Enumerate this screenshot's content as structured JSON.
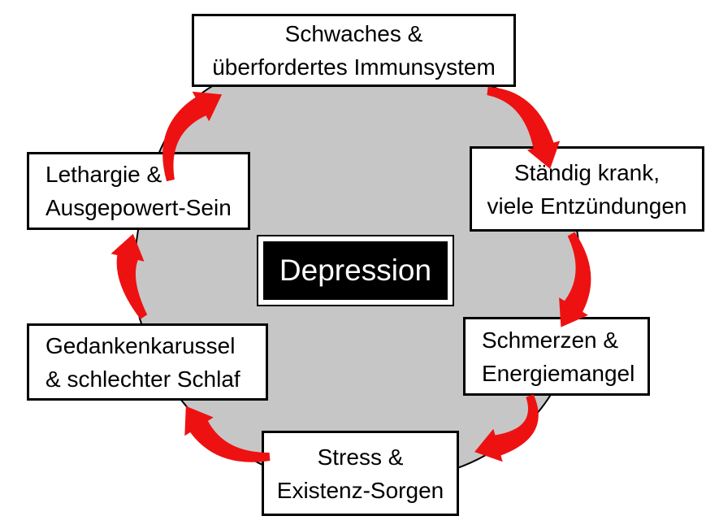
{
  "diagram": {
    "center_label": "Depression",
    "boxes": [
      {
        "id": "immunsystem",
        "line1": "Schwaches &",
        "line2": "überfordertes Immunsystem"
      },
      {
        "id": "krank",
        "line1": "Ständig krank,",
        "line2": "viele Entzündungen"
      },
      {
        "id": "schmerzen",
        "line1": "Schmerzen &",
        "line2": "Energiemangel"
      },
      {
        "id": "stress",
        "line1": "Stress &",
        "line2": "Existenz-Sorgen"
      },
      {
        "id": "schlaf",
        "line1": "Gedankenkarussel",
        "line2": "& schlechter Schlaf"
      },
      {
        "id": "lethargie",
        "line1": "Lethargie &",
        "line2": "Ausgepowert-Sein"
      }
    ],
    "arrows": [
      {
        "from": "lethargie",
        "to": "immunsystem"
      },
      {
        "from": "immunsystem",
        "to": "krank"
      },
      {
        "from": "krank",
        "to": "schmerzen"
      },
      {
        "from": "schmerzen",
        "to": "stress"
      },
      {
        "from": "stress",
        "to": "schlaf"
      },
      {
        "from": "schlaf",
        "to": "lethargie"
      }
    ],
    "colors": {
      "arrow_red": "#ee1111",
      "circle_gray": "#c6c6c6",
      "box_border": "#000000",
      "center_bg": "#000000",
      "center_text": "#ffffff"
    }
  }
}
